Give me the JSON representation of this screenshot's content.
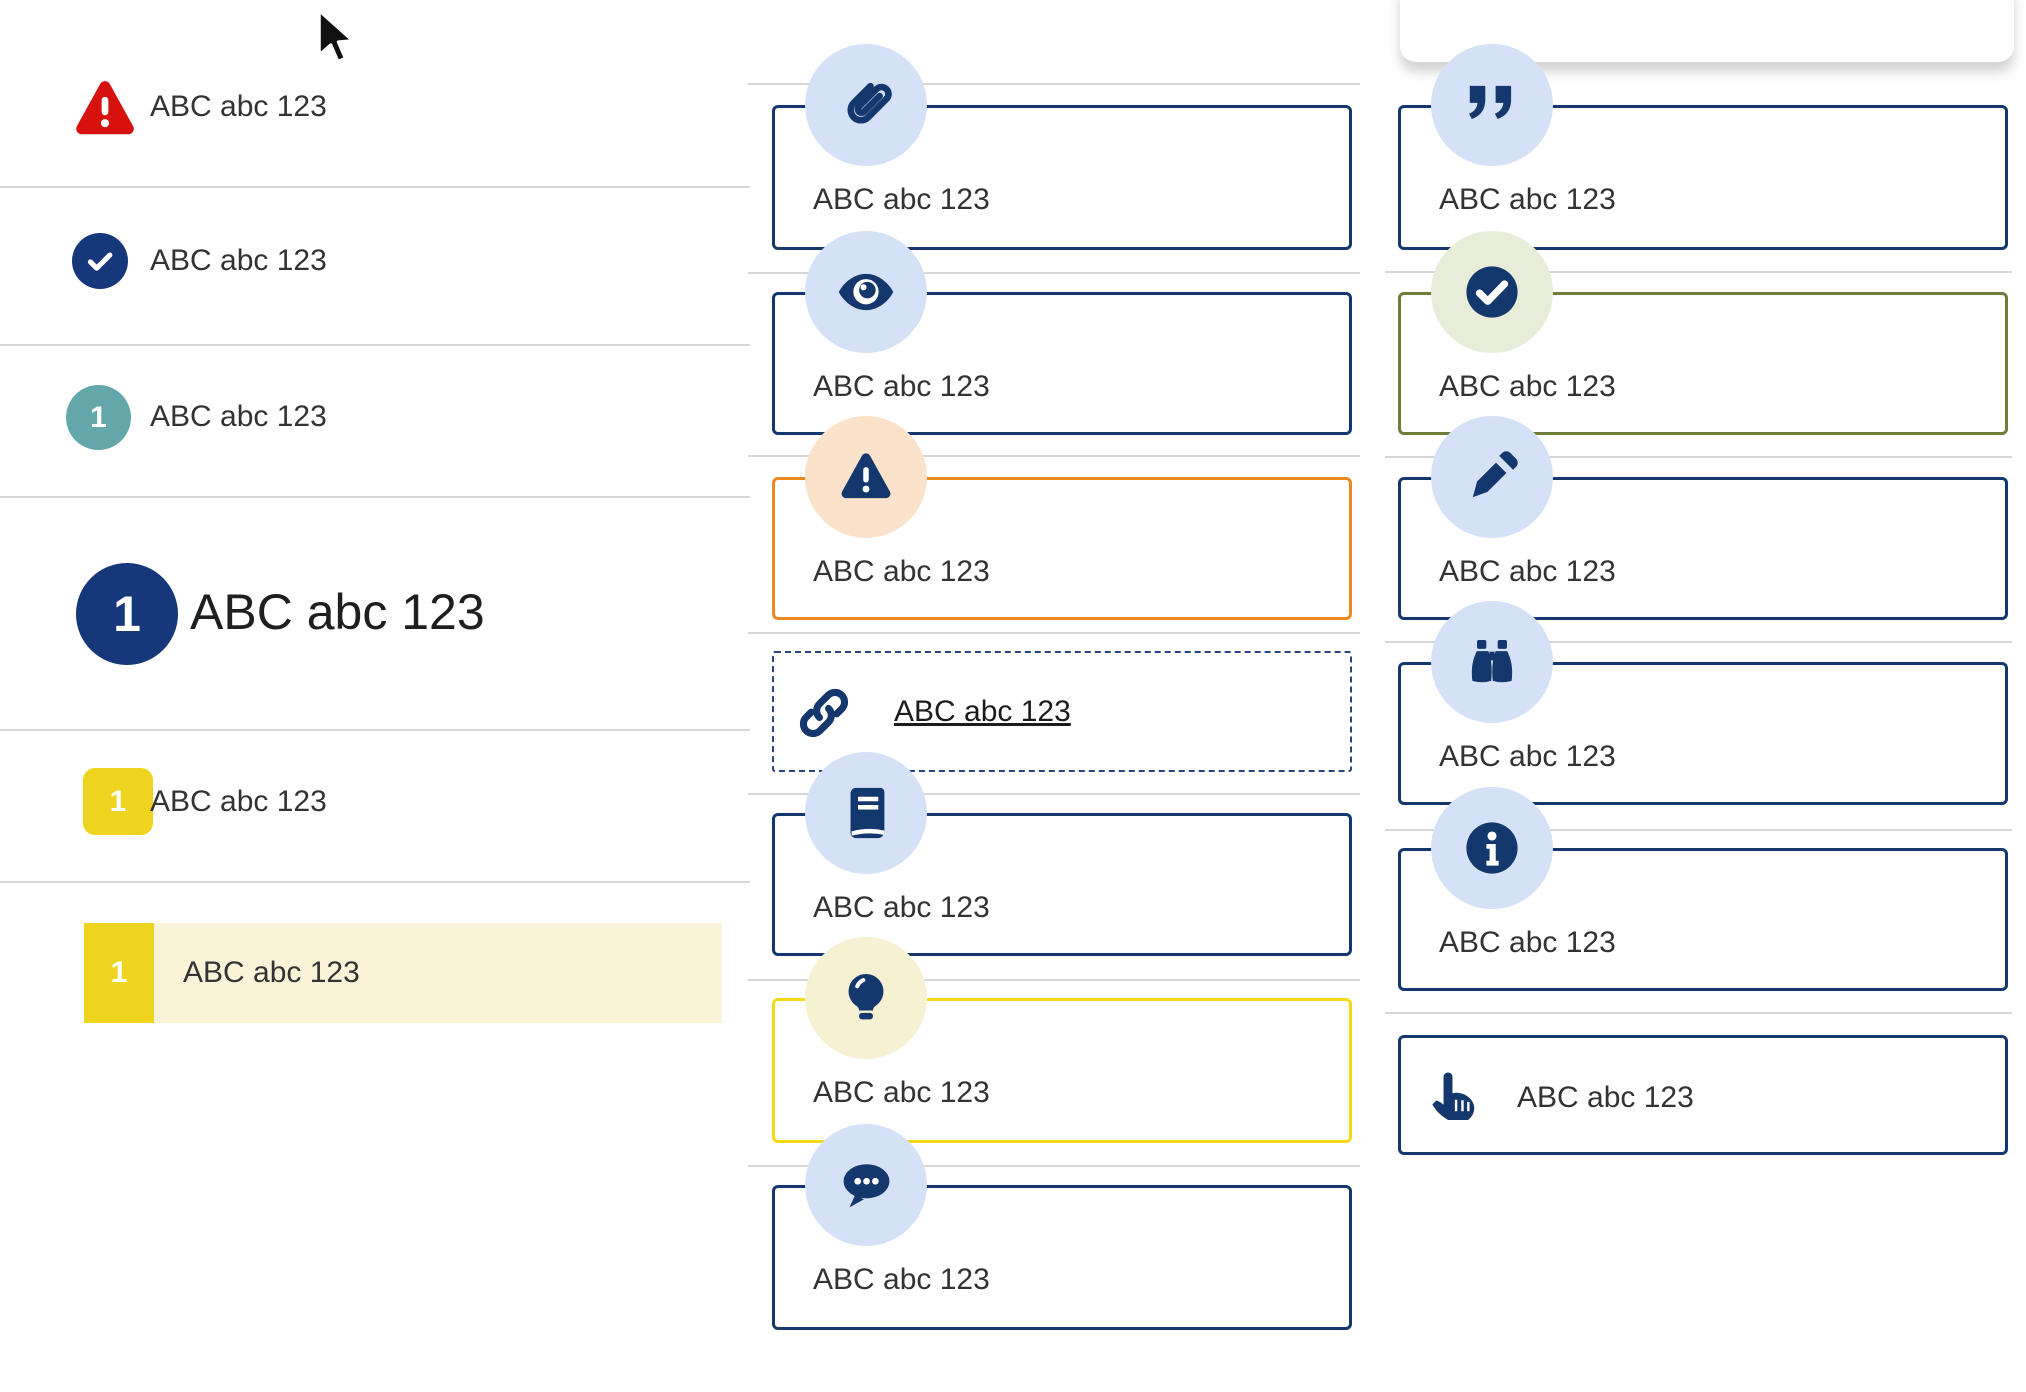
{
  "left_list": {
    "items": [
      {
        "icon": "alert-triangle-icon",
        "label": "ABC abc 123"
      },
      {
        "icon": "check-circle-icon",
        "label": "ABC abc 123"
      },
      {
        "icon": "number-badge-teal",
        "badge": "1",
        "label": "ABC abc 123"
      },
      {
        "icon": "number-badge-large",
        "badge": "1",
        "label": "ABC abc 123",
        "emphasis": "large"
      },
      {
        "icon": "number-badge-yellow",
        "badge": "1",
        "label": "ABC abc 123"
      },
      {
        "icon": "number-badge-yellow",
        "badge": "1",
        "label": "ABC abc 123",
        "highlighted": true
      }
    ]
  },
  "middle_column": {
    "boxes": [
      {
        "icon": "paperclip-icon",
        "label": "ABC abc 123",
        "border_color": "#14386d"
      },
      {
        "icon": "eye-icon",
        "label": "ABC abc 123",
        "border_color": "#14386d"
      },
      {
        "icon": "alert-triangle-icon",
        "label": "ABC abc 123",
        "border_color": "#ec8a21"
      },
      {
        "icon": "link-icon",
        "label": "ABC abc 123",
        "border_color": "#27447c",
        "style": "dashed",
        "link": true
      },
      {
        "icon": "book-icon",
        "label": "ABC abc 123",
        "border_color": "#14386d"
      },
      {
        "icon": "lightbulb-icon",
        "label": "ABC abc 123",
        "border_color": "#f3da15"
      },
      {
        "icon": "speech-bubble-icon",
        "label": "ABC abc 123",
        "border_color": "#14386d"
      }
    ]
  },
  "right_column": {
    "boxes": [
      {
        "icon": "quote-icon",
        "label": "ABC abc 123",
        "border_color": "#14386d"
      },
      {
        "icon": "check-circle-icon",
        "label": "ABC abc 123",
        "border_color": "#6f7d3b"
      },
      {
        "icon": "pencil-icon",
        "label": "ABC abc 123",
        "border_color": "#14386d"
      },
      {
        "icon": "binoculars-icon",
        "label": "ABC abc 123",
        "border_color": "#14386d"
      },
      {
        "icon": "info-icon",
        "label": "ABC abc 123",
        "border_color": "#14386d"
      },
      {
        "icon": "pointer-hand-icon",
        "label": "ABC abc 123",
        "border_color": "#14386d",
        "style": "inline-icon"
      }
    ]
  },
  "colors": {
    "navy": "#14386d",
    "navy_badge": "#17377b",
    "red": "#d7110e",
    "teal": "#63a7aa",
    "yellow_badge": "#eed31f",
    "yellow_border": "#f3da15",
    "orange_border": "#ec8a21",
    "green_border": "#6f7d3b",
    "badge_bg_blue": "#d5e1f7",
    "badge_bg_peach": "#fbe2ca",
    "badge_bg_pale_yellow": "#f6f1d3",
    "badge_bg_pale_green": "#e8edda",
    "highlight_row_bg": "#faf3d8",
    "divider": "#d6d6d6",
    "text": "#333333"
  }
}
